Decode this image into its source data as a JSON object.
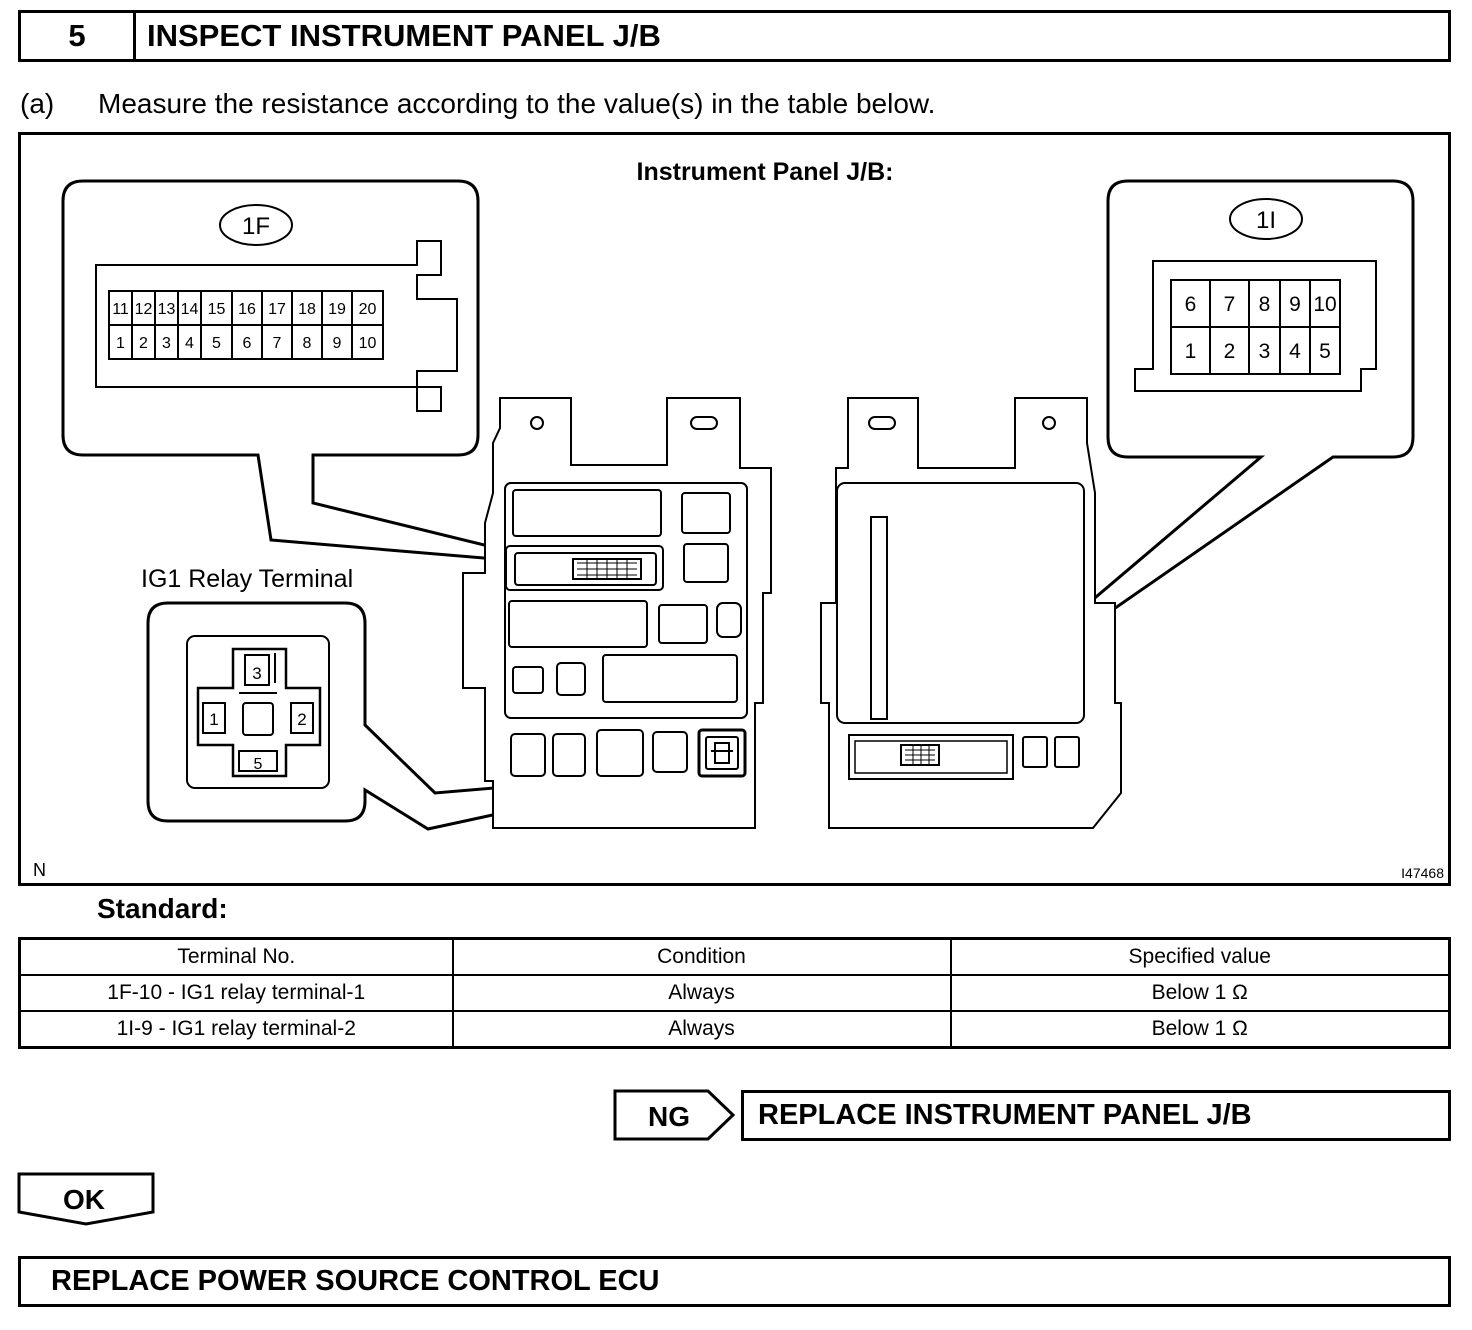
{
  "step": {
    "number": "5",
    "title": "INSPECT INSTRUMENT PANEL J/B"
  },
  "instruction": {
    "label": "(a)",
    "text": "Measure the resistance according to the value(s) in the table below."
  },
  "figure": {
    "title": "Instrument Panel J/B:",
    "connector_1f": {
      "label": "1F",
      "top_row": [
        "11",
        "12",
        "13",
        "14",
        "15",
        "16",
        "17",
        "18",
        "19",
        "20"
      ],
      "bottom_row": [
        "1",
        "2",
        "3",
        "4",
        "5",
        "6",
        "7",
        "8",
        "9",
        "10"
      ]
    },
    "connector_1i": {
      "label": "1I",
      "top_row": [
        "6",
        "7",
        "8",
        "9",
        "10"
      ],
      "bottom_row": [
        "1",
        "2",
        "3",
        "4",
        "5"
      ]
    },
    "relay": {
      "label": "IG1 Relay Terminal",
      "terminals": [
        "3",
        "1",
        "2",
        "5"
      ]
    },
    "corner_left": "N",
    "figure_id": "I47468"
  },
  "standard_label": "Standard:",
  "table": {
    "headers": [
      "Terminal No.",
      "Condition",
      "Specified value"
    ],
    "rows": [
      [
        "1F-10 - IG1 relay terminal-1",
        "Always",
        "Below 1 Ω"
      ],
      [
        "1I-9 - IG1 relay terminal-2",
        "Always",
        "Below 1 Ω"
      ]
    ]
  },
  "ng": {
    "tag": "NG",
    "action": "REPLACE INSTRUMENT PANEL J/B"
  },
  "ok": {
    "tag": "OK",
    "action": "REPLACE POWER SOURCE CONTROL ECU"
  }
}
